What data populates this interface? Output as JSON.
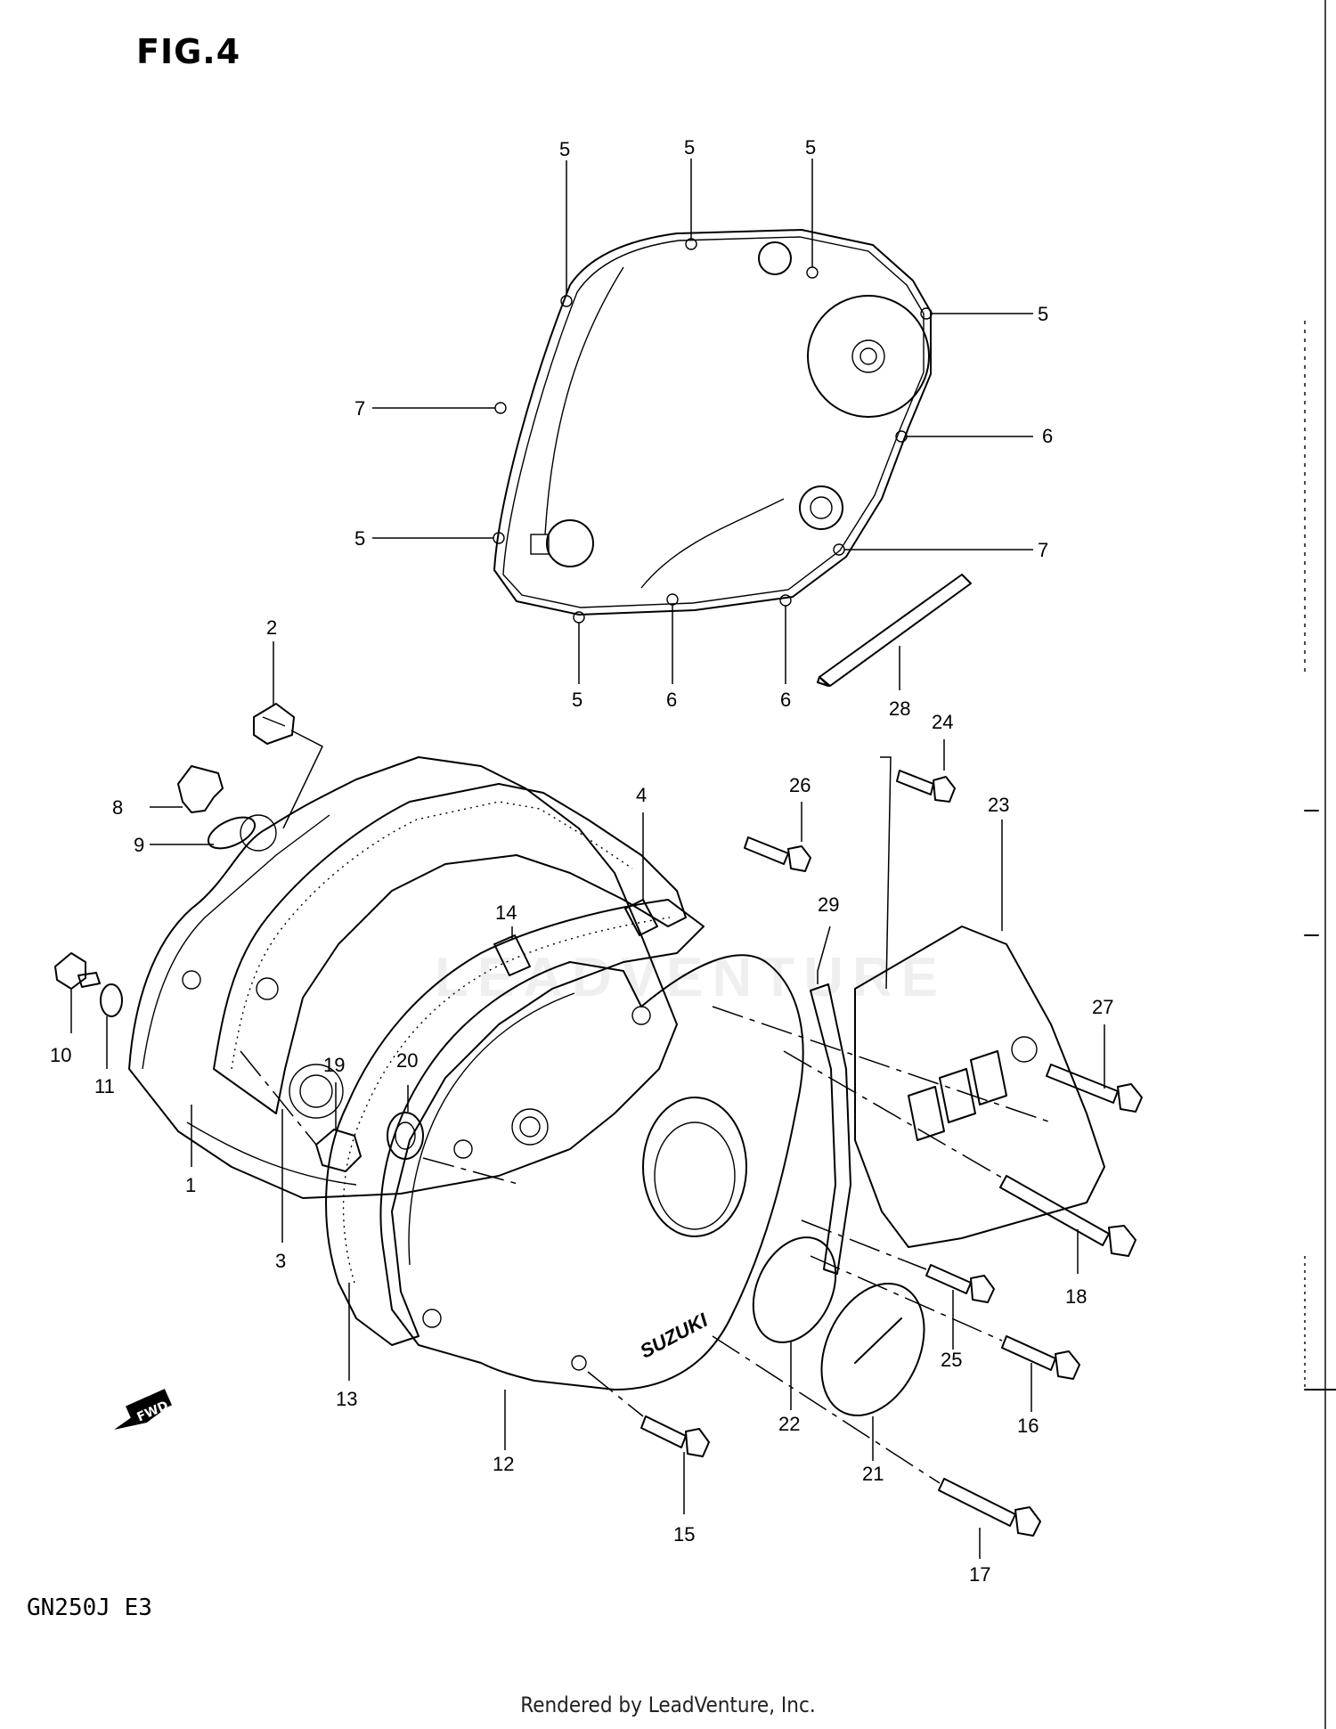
{
  "figure_title": "FIG.4",
  "model_code": "GN250J  E3",
  "footer": "Rendered by LeadVenture, Inc.",
  "watermark_text": "LEADVENTURE",
  "fwd_label": "FWD",
  "brand_text": "SUZUKI",
  "callouts": [
    "5",
    "5",
    "5",
    "5",
    "5",
    "5",
    "5",
    "6",
    "6",
    "6",
    "7",
    "7",
    "28",
    "2",
    "8",
    "9",
    "10",
    "11",
    "1",
    "3",
    "4",
    "14",
    "19",
    "20",
    "26",
    "24",
    "23",
    "29",
    "27",
    "18",
    "25",
    "16",
    "22",
    "21",
    "12",
    "13",
    "15",
    "17"
  ]
}
